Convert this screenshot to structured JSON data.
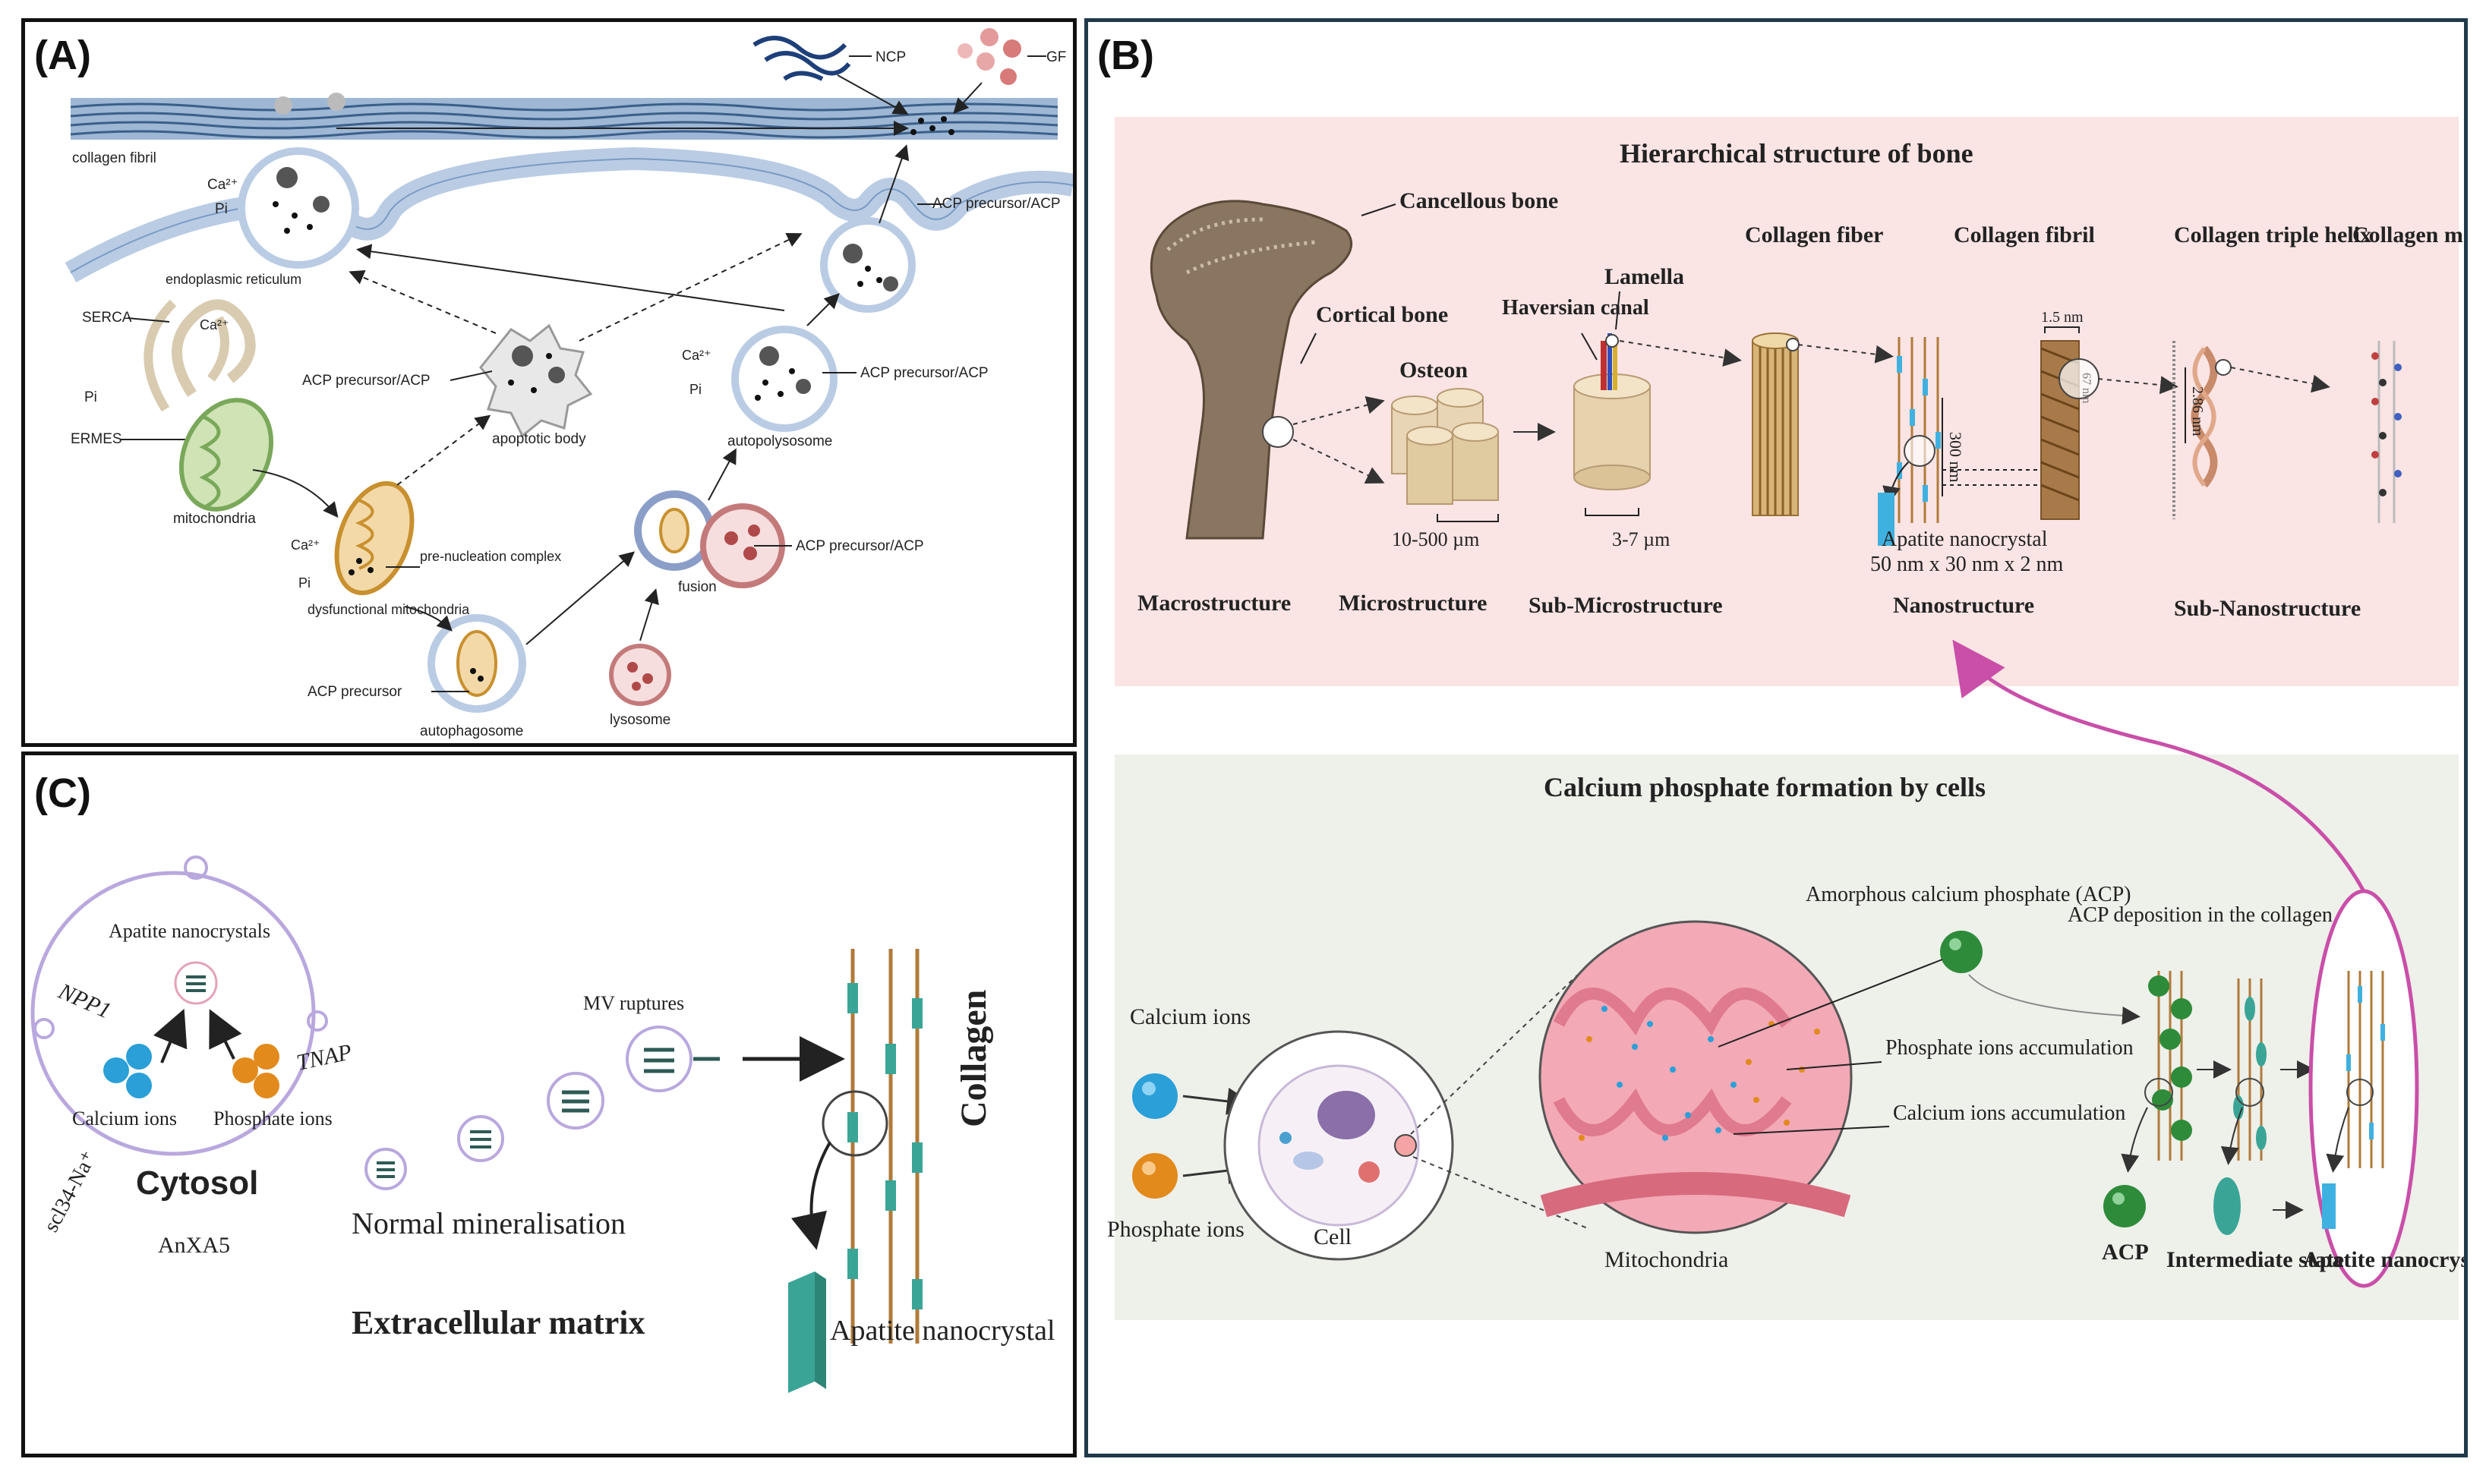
{
  "panelA": {
    "letter": "(A)",
    "labels": {
      "ncp": "NCP",
      "gf": "GF",
      "collagen_fibril": "collagen fibril",
      "ca1": "Ca²⁺",
      "pi1": "Pi",
      "acp_top": "ACP precursor/ACP",
      "er": "endoplasmic reticulum",
      "serca": "SERCA",
      "ca2": "Ca²⁺",
      "pi2": "Pi",
      "ermes": "ERMES",
      "mito": "mitochondria",
      "acp_apop": "ACP precursor/ACP",
      "apop": "apoptotic body",
      "ca3": "Ca²⁺",
      "pi3": "Pi",
      "acp_autopoly": "ACP precursor/ACP",
      "autopoly": "autopolysosome",
      "ca4": "Ca²⁺",
      "pi4": "Pi",
      "prenuc": "pre-nucleation complex",
      "dysmito": "dysfunctional mitochondria",
      "acp_fusion": "ACP precursor/ACP",
      "fusion": "fusion",
      "acp_prec": "ACP precursor",
      "autophago": "autophagosome",
      "lyso": "lysosome"
    }
  },
  "panelB": {
    "letter": "(B)",
    "top": {
      "title": "Hierarchical structure of bone",
      "cancellous": "Cancellous bone",
      "cortical": "Cortical bone",
      "osteon": "Osteon",
      "osteon_scale": "10-500 µm",
      "lamella": "Lamella",
      "haversian": "Haversian canal",
      "lamella_scale": "3-7 µm",
      "collagen_fiber": "Collagen fiber",
      "collagen_fibril": "Collagen fibril",
      "nm15": "1.5 nm",
      "nm67": "67 nm",
      "nm300": "300 nm",
      "apatite": "Apatite nanocrystal",
      "apatite_dims": "50 nm x 30 nm x 2 nm",
      "triple_helix": "Collagen triple helix",
      "nm286": "2.86 nm",
      "molecule": "Collagen molecule",
      "levels": [
        "Macrostructure",
        "Microstructure",
        "Sub-Microstructure",
        "Nanostructure",
        "Sub-Nanostructure"
      ]
    },
    "bottom": {
      "title": "Calcium phosphate formation by cells",
      "calcium_ions": "Calcium ions",
      "phosphate_ions": "Phosphate ions",
      "cell": "Cell",
      "acp_label": "Amorphous calcium phosphate (ACP)",
      "phos_accum": "Phosphate ions accumulation",
      "ca_accum": "Calcium ions accumulation",
      "mitochondria": "Mitochondria",
      "acp_deposition": "ACP deposition in the collagen fibril",
      "acp": "ACP",
      "intermediate": "Intermediate state",
      "apatite": "Apatite nanocrystal"
    }
  },
  "panelC": {
    "letter": "(C)",
    "apatite_nano": "Apatite nanocrystals",
    "npp1": "NPP1",
    "tnap": "TNAP",
    "calcium_ions": "Calcium ions",
    "phosphate_ions": "Phosphate ions",
    "cytosol": "Cytosol",
    "scl34": "scl34-Na⁺",
    "anxa5": "AnXA5",
    "mv_ruptures": "MV ruptures",
    "normal_min": "Normal mineralisation",
    "ecm": "Extracellular matrix",
    "collagen": "Collagen",
    "apatite_crystal": "Apatite nanocrystal"
  },
  "colors": {
    "panel_border": "#111111",
    "panel_b_border": "#1f3a4a",
    "pink_bg": "#fbe4e4",
    "green_bg": "#eef0ea",
    "membrane": "#b9cce4",
    "bone": "#8a7560",
    "calcium": "#2a9fd8",
    "phosphate": "#e28a1c",
    "acp_green": "#2e8b3a",
    "teal": "#3aa596",
    "magenta": "#c94fa8",
    "collagen_brown": "#b07a3a"
  }
}
